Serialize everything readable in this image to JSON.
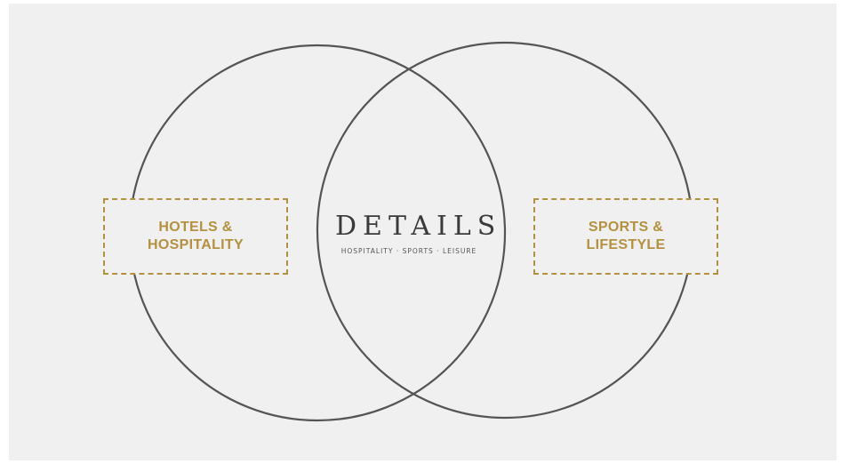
{
  "logo": {
    "title": "DETAILS",
    "tagline": "HOSPITALITY · SPORTS · LEISURE"
  },
  "circles": {
    "left": {
      "label_line1": "HOTELS &",
      "label_line2": "HOSPITALITY"
    },
    "right": {
      "label_line1": "SPORTS &",
      "label_line2": "LIFESTYLE"
    }
  },
  "colors": {
    "background": "#f0f0f0",
    "circle_stroke": "#555555",
    "accent_gold": "#b49140",
    "logo_text": "#3a3a3a"
  }
}
